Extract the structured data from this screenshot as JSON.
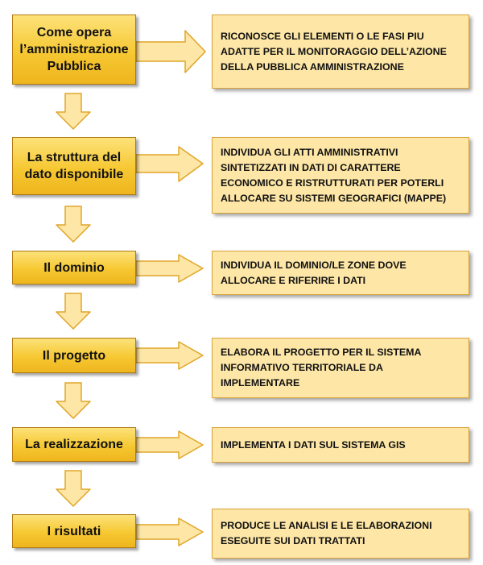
{
  "colors": {
    "step_fill_top": "#fde27a",
    "step_fill_bottom": "#eeb51e",
    "arrow_fill": "#fde6a6",
    "arrow_stroke": "#e0a528",
    "desc_fill": "#fde6a6"
  },
  "steps": [
    {
      "label": "Come opera\nl’amministrazione\nPubblica",
      "description": "RICONOSCE GLI ELEMENTI O LE FASI PIU ADATTE PER IL MONITORAGGIO DELL’AZIONE DELLA PUBBLICA AMMINISTRAZIONE"
    },
    {
      "label": "La struttura del\ndato disponibile",
      "description": "INDIVIDUA GLI ATTI AMMINISTRATIVI SINTETIZZATI IN DATI DI CARATTERE ECONOMICO E RISTRUTTURATI PER POTERLI ALLOCARE SU SISTEMI GEOGRAFICI (MAPPE)"
    },
    {
      "label": "Il dominio",
      "description": "INDIVIDUA IL DOMINIO/LE ZONE DOVE ALLOCARE E RIFERIRE I DATI"
    },
    {
      "label": "Il progetto",
      "description": "ELABORA IL PROGETTO PER IL SISTEMA INFORMATIVO TERRITORIALE DA IMPLEMENTARE"
    },
    {
      "label": "La realizzazione",
      "description": "IMPLEMENTA I DATI SUL SISTEMA GIS"
    },
    {
      "label": "I risultati",
      "description": "PRODUCE LE ANALISI E LE ELABORAZIONI ESEGUITE SUI DATI TRATTATI"
    }
  ]
}
